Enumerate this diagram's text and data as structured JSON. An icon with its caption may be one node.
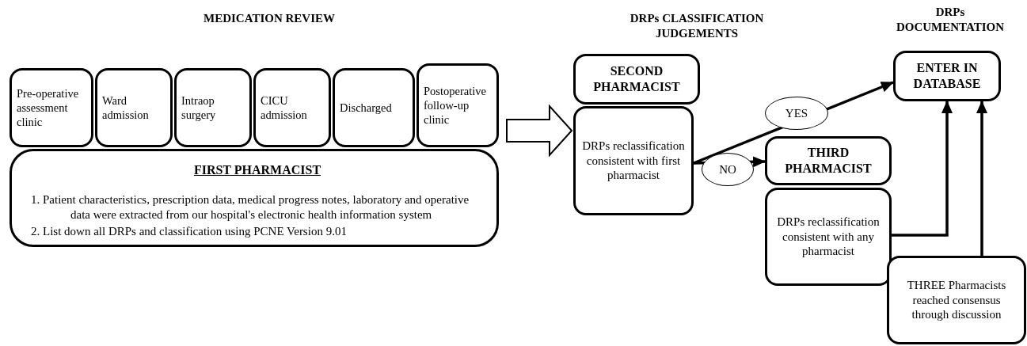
{
  "diagram": {
    "nodes": [
      {
        "text": [
          "Pre-operative assessment clinic"
        ]
      },
      {
        "text": [
          "Ward admission"
        ]
      },
      {
        "text": [
          "Intraop surgery"
        ]
      },
      {
        "text": [
          "CICU admission"
        ]
      },
      {
        "text": [
          "Discharged"
        ]
      },
      {
        "text": [
          "Postoperative follow-up clinic"
        ]
      },
      {
        "text": [
          "FIRST PHARMACIST",
          "1. Patient characteristics, prescription data, medical progress notes, laboratory and operative data were extracted from our hospital's electronic health information system",
          "2. List down all DRPs and classification using PCNE Version 9.01"
        ]
      },
      {
        "text": [
          "SECOND PHARMACIST"
        ]
      },
      {
        "text": [
          "DRPs reclassification consistent with first pharmacist"
        ]
      },
      {
        "text": [
          "THIRD PHARMACIST"
        ]
      },
      {
        "text": [
          "DRPs reclassification consistent with any pharmacist"
        ]
      },
      {
        "text": [
          "ENTER IN DATABASE"
        ]
      },
      {
        "text": [
          "THREE Pharmacists reached consensus through discussion"
        ]
      }
    ],
    "edges": [
      {
        "from": null,
        "to": 8,
        "arrow": "to"
      },
      {
        "from": 8,
        "to": 11,
        "arrow": "to",
        "label": "YES"
      },
      {
        "from": 8,
        "to": 9,
        "arrow": "to",
        "label": "NO"
      },
      {
        "from": 10,
        "to": 11,
        "arrow": "to"
      },
      {
        "from": 12,
        "to": 11,
        "arrow": "to"
      }
    ],
    "labels": [
      "MEDICATION REVIEW",
      "DRPs CLASSIFICATION JUDGEMENTS",
      "DRPs DOCUMENTATION"
    ]
  }
}
